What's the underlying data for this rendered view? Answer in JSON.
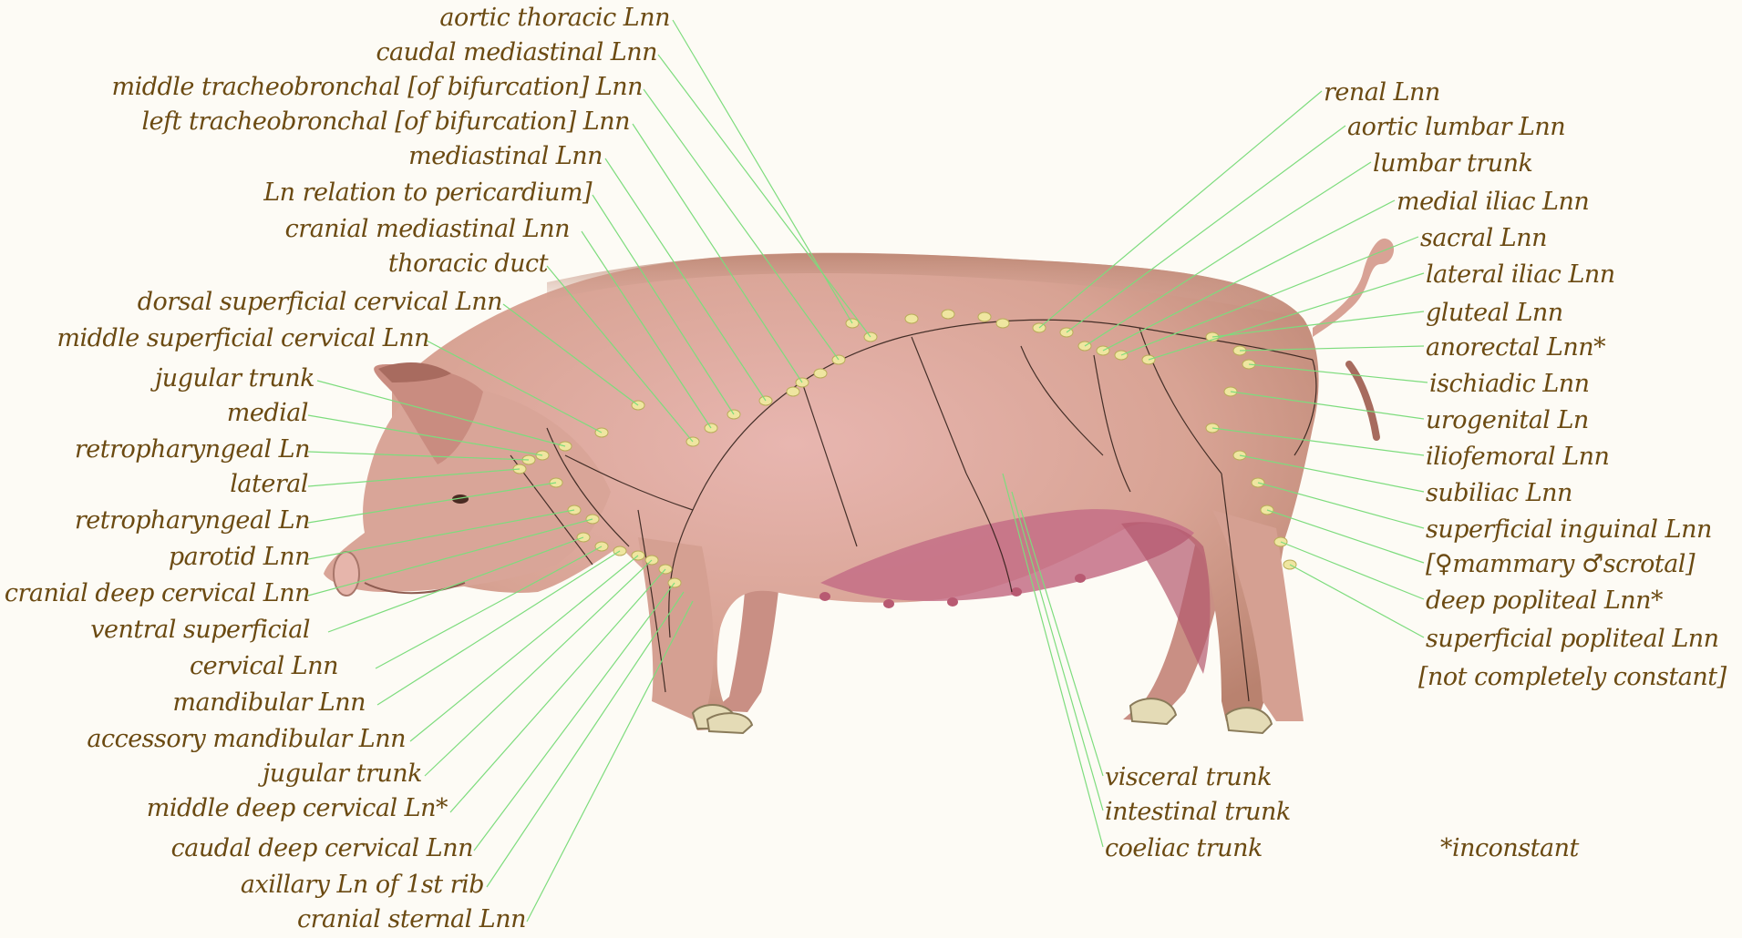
{
  "colors": {
    "label_text": "#6b4a12",
    "leader_line": "#7ddc7d",
    "pig_skin": "#d9a79a",
    "pig_belly": "#c46f86",
    "lymph_node": "#efe6a0",
    "vessel": "#2a1a14"
  },
  "labels_left": [
    "aortic thoracic Lnn",
    "caudal mediastinal Lnn",
    "middle tracheobronchal [of bifurcation] Lnn",
    "left tracheobronchal [of bifurcation] Lnn",
    "mediastinal Lnn",
    "Ln relation to pericardium]",
    "cranial mediastinal Lnn",
    "thoracic duct",
    "dorsal superficial cervical Lnn",
    "middle superficial cervical Lnn",
    "jugular trunk",
    "medial",
    "retropharyngeal Ln",
    "lateral",
    "retropharyngeal Ln",
    "parotid Lnn",
    "cranial deep cervical Lnn",
    "ventral superficial",
    "cervical Lnn",
    "mandibular Lnn",
    "accessory mandibular Lnn",
    "jugular trunk",
    "middle deep cervical Ln*",
    "caudal deep cervical Lnn",
    "axillary Ln of 1st rib",
    "cranial sternal Lnn"
  ],
  "labels_right": [
    "renal Lnn",
    "aortic lumbar Lnn",
    "lumbar trunk",
    "medial iliac Lnn",
    "sacral Lnn",
    "lateral iliac Lnn",
    "gluteal Lnn",
    "anorectal Lnn*",
    "ischiadic Lnn",
    "urogenital Ln",
    "iliofemoral Lnn",
    "subiliac Lnn",
    "superficial inguinal Lnn",
    "[♀mammary ♂scrotal]",
    "deep popliteal Lnn*",
    "superficial popliteal Lnn",
    "[not completely constant]"
  ],
  "labels_bottom": [
    "visceral trunk",
    "intestinal trunk",
    "coeliac trunk"
  ],
  "footnote": "*inconstant"
}
